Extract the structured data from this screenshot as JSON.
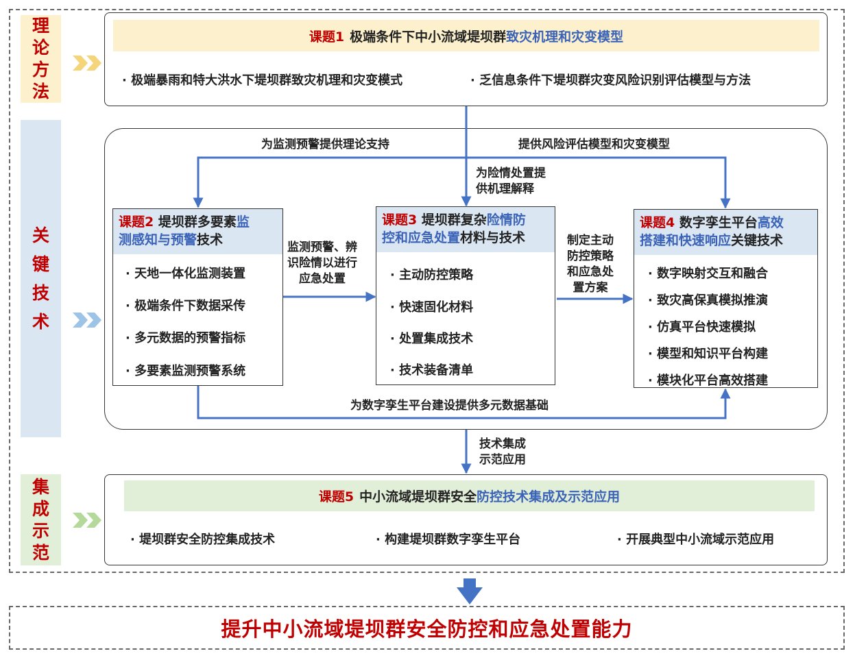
{
  "side_labels": {
    "theory": [
      "理",
      "论",
      "方",
      "法"
    ],
    "tech": [
      "关",
      "键",
      "技",
      "术"
    ],
    "demo": [
      "集",
      "成",
      "示",
      "范"
    ]
  },
  "topic1": {
    "num": "课题1",
    "prefix": "极端条件下中小流域堤坝群",
    "highlight": "致灾机理和灾变模型",
    "bullets": [
      "极端暴雨和特大洪水下堤坝群致灾机理和灾变模式",
      "乏信息条件下堤坝群灾变风险识别评估模型与方法"
    ]
  },
  "topic2": {
    "num": "课题2",
    "title_a": "堤坝群多要素",
    "title_hl_a": "监",
    "title_hl_b": "测感知与预警",
    "title_b": "技术",
    "items": [
      "天地一体化监测装置",
      "极端条件下数据采传",
      "多元数据的预警指标",
      "多要素监测预警系统"
    ]
  },
  "topic3": {
    "num": "课题3",
    "title_a": "堤坝群复杂",
    "title_hl_a": "险情防",
    "title_hl_b": "控和应急处置",
    "title_b": "材料与技术",
    "items": [
      "主动防控策略",
      "快速固化材料",
      "处置集成技术",
      "技术装备清单"
    ]
  },
  "topic4": {
    "num": "课题4",
    "title_a": "数字孪生平台",
    "title_hl_a": "高效",
    "title_hl_b": "搭建和快速响应",
    "title_b": "关键技术",
    "items": [
      "数字映射交互和融合",
      "致灾高保真模拟推演",
      "仿真平台快速模拟",
      "模型和知识平台构建",
      "模块化平台高效搭建"
    ]
  },
  "topic5": {
    "num": "课题5",
    "prefix": "中小流域堤坝群安全",
    "highlight": "防控技术集成及示范应用",
    "bullets": [
      "堤坝群安全防控集成技术",
      "构建堤坝群数字孪生平台",
      "开展典型中小流域示范应用"
    ]
  },
  "flow_labels": {
    "monitor_support": "为监测预警提供理论支持",
    "risk_model": "提供风险评估模型和灾变模型",
    "mechanism": [
      "为险情处置提",
      "供机理解释"
    ],
    "emergency": [
      "监测预警、辨",
      "识险情以进行",
      "应急处置"
    ],
    "strategy": [
      "制定主动",
      "防控策略",
      "和应急处",
      "置方案"
    ],
    "twin_data": "为数字孪生平台建设提供多元数据基础",
    "integration": [
      "技术集成",
      "示范应用"
    ]
  },
  "final_goal": "提升中小流域堤坝群安全防控和应急处置能力",
  "colors": {
    "red": "#c00000",
    "blue": "#3a63b8",
    "theory_bg": "#fdf0cc",
    "tech_bg": "#dbe6f3",
    "demo_bg": "#e2efd8",
    "arrow": "#4472c4"
  }
}
